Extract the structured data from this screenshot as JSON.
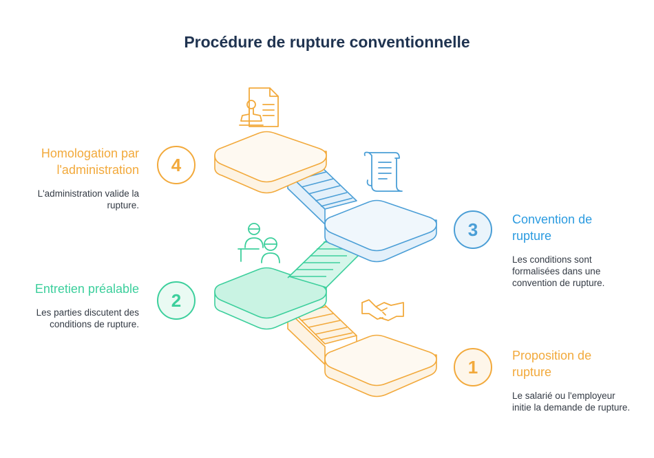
{
  "title": "Procédure de rupture conventionnelle",
  "colors": {
    "orange": "#f2a93b",
    "green": "#3ccf9c",
    "blue": "#4a9ed6",
    "title": "#1f3350"
  },
  "steps": [
    {
      "number": "1",
      "heading": "Proposition de rupture",
      "description": "Le salarié ou l'employeur initie la demande de rupture.",
      "icon": "handshake-icon",
      "color": "#f2a93b"
    },
    {
      "number": "2",
      "heading": "Entretien préalable",
      "description": "Les parties discutent des conditions de rupture.",
      "icon": "meeting-people-icon",
      "color": "#3ccf9c"
    },
    {
      "number": "3",
      "heading": "Convention de rupture",
      "description": "Les conditions sont formalisées dans une convention de rupture.",
      "icon": "scroll-document-icon",
      "color": "#4a9ed6"
    },
    {
      "number": "4",
      "heading": "Homologation par l'administration",
      "description": "L'administration valide la rupture.",
      "icon": "stamp-document-icon",
      "color": "#f2a93b"
    }
  ]
}
